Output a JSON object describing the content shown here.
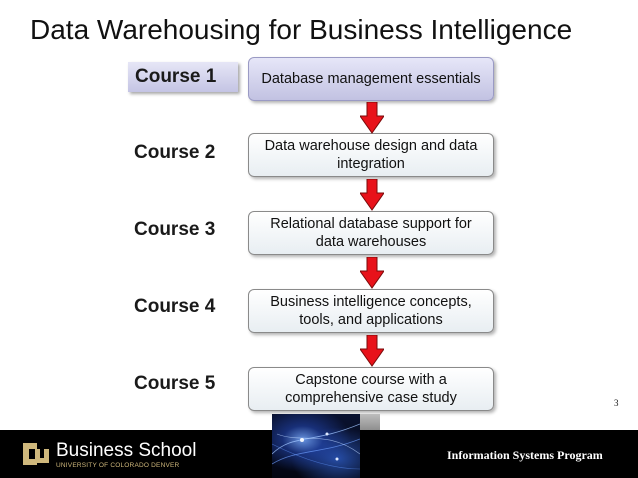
{
  "slide": {
    "title": "Data Warehousing for Business Intelligence",
    "page_number": "3"
  },
  "courses": [
    {
      "label": "Course 1",
      "description": "Database management essentials",
      "highlighted": true
    },
    {
      "label": "Course 2",
      "description": "Data warehouse design and data integration",
      "highlighted": false
    },
    {
      "label": "Course 3",
      "description": "Relational database support for data warehouses",
      "highlighted": false
    },
    {
      "label": "Course 4",
      "description": "Business intelligence concepts, tools, and applications",
      "highlighted": false
    },
    {
      "label": "Course 5",
      "description": "Capstone course with a comprehensive case study",
      "highlighted": false
    }
  ],
  "footer": {
    "school": "Business School",
    "university": "UNIVERSITY OF COLORADO DENVER",
    "program": "Information Systems Program"
  },
  "icons": {
    "flow_arrow": "down-arrow-icon",
    "logo": "cu-logo-icon"
  },
  "colors": {
    "arrow_red": "#e8121a",
    "highlight_lavender": "#c8c8e8",
    "footer_bg": "#000000",
    "university_gold": "#cfb87c"
  }
}
